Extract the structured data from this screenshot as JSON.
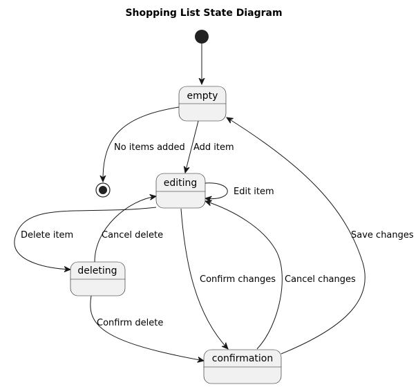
{
  "title": "Shopping List State Diagram",
  "states": {
    "empty": "empty",
    "editing": "editing",
    "deleting": "deleting",
    "confirmation": "confirmation"
  },
  "transitions": {
    "start_to_empty": "",
    "empty_to_end": "No items added",
    "empty_to_editing": "Add item",
    "editing_self": "Edit item",
    "editing_to_deleting": "Delete item",
    "deleting_to_editing": "Cancel delete",
    "editing_to_confirmation": "Confirm changes",
    "confirmation_to_editing": "Cancel changes",
    "confirmation_to_empty": "Save changes",
    "deleting_to_confirmation": "Confirm delete"
  },
  "colors": {
    "state_fill": "#f1f1f1",
    "stroke": "#181818"
  }
}
